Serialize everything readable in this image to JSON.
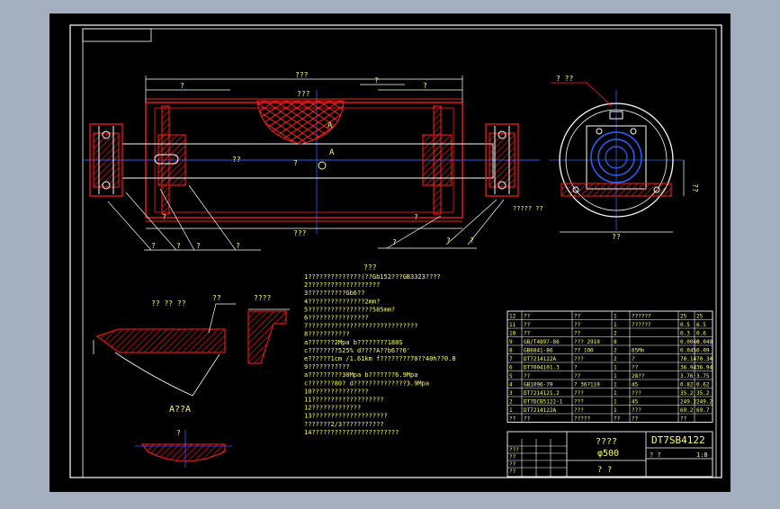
{
  "colors": {
    "window_bg": "#a4b0bf",
    "canvas": "#000000",
    "frame": "#ffffff",
    "part_red": "#ff2020",
    "centerline_blue": "#3060ff",
    "text_yellow": "#ffff66",
    "hatch_magenta": "#ff40ff"
  },
  "main_view": {
    "top_dim_overall": "???",
    "top_dim_left": "?",
    "top_dim_right": "?",
    "top_dim_inner": "???",
    "top_dim_small": "?",
    "section_mark": "A",
    "center_label": "?",
    "mid_dim": "??",
    "left_labels": [
      "?",
      "?",
      "?",
      "?"
    ],
    "right_labels": [
      "?",
      "?"
    ],
    "bottom_label": "?",
    "bottom_dim": "???",
    "bottom_dim_left": "?",
    "bottom_dim_right": "?"
  },
  "side_view": {
    "callout": "?  ??",
    "dim_bottom": "??",
    "dim_left": "?????  ??",
    "dim_right": "??"
  },
  "details": {
    "weld_label_1": "?? ?? ??",
    "weld_label_2": "??",
    "weld_label_3": "????",
    "section_title": "A??A",
    "detail_dim": "?"
  },
  "notes": {
    "title": "???",
    "lines": [
      "1??????????????(??Gb152???GB3323????",
      "2???????????????????",
      "3??????????Gb6??",
      "4???????????????2mm?",
      "5?????????????????585mm?",
      "6????????????????",
      "7?????????????????????????????",
      "8???????????",
      "   a???????2Mpa              b????????180S",
      "   c????????525%             d????A??b6??6'",
      "   e??????1cm  /1.61km       f????????70??40h??0.8",
      "9???????????",
      "   a?????????30Mpa          b???????6.9Mpa",
      "   c???????80?               d??????????????3.9Mpa",
      "10???????????????",
      "11???????????????????",
      "12?????????????",
      "13????????????????????",
      "   ???????2/3???????????",
      "14???????????????????????"
    ]
  },
  "bom": {
    "rows": [
      {
        "no": "12",
        "code": "??",
        "name": "??",
        "qty": "1",
        "mat": "??????",
        "w1": "25",
        "w2": "25"
      },
      {
        "no": "11",
        "code": "??",
        "name": "??",
        "qty": "1",
        "mat": "??????",
        "w1": "0.5",
        "w2": "6.5"
      },
      {
        "no": "10",
        "code": "??",
        "name": "??",
        "qty": "2",
        "mat": "",
        "w1": "0.3",
        "w2": "0.6"
      },
      {
        "no": "9",
        "code": "GB/T4897-86",
        "name": "??? 2910",
        "qty": "8",
        "mat": "",
        "w1": "0.0060",
        "w2": "0.048"
      },
      {
        "no": "8",
        "code": "GB6841-86",
        "name": "?? 100",
        "qty": "2",
        "mat": "65Mn",
        "w1": "0.045",
        "w2": "0.09"
      },
      {
        "no": "7",
        "code": "DT7214122A",
        "name": "???",
        "qty": "2",
        "mat": "?",
        "w1": "70.14",
        "w2": "70.34"
      },
      {
        "no": "6",
        "code": "DT7004101.3",
        "name": "?",
        "qty": "1",
        "mat": "??",
        "w1": "36.94",
        "w2": "36.94"
      },
      {
        "no": "5",
        "code": "??",
        "name": "??",
        "qty": "1",
        "mat": "28??",
        "w1": "3.76",
        "w2": "3.75"
      },
      {
        "no": "4",
        "code": "GB1096-79",
        "name": "? 36?110",
        "qty": "1",
        "mat": "45",
        "w1": "0.82",
        "w2": "0.62"
      },
      {
        "no": "3",
        "code": "DT7214121.2",
        "name": "???",
        "qty": "1",
        "mat": "???",
        "w1": "35.2",
        "w2": "35.2"
      },
      {
        "no": "2",
        "code": "DT7DCB5122-1",
        "name": "???",
        "qty": "1",
        "mat": "45",
        "w1": "249.2",
        "w2": "249.2"
      },
      {
        "no": "1",
        "code": "DT7214122A",
        "name": "???",
        "qty": "1",
        "mat": "???",
        "w1": "69.2",
        "w2": "69.7"
      }
    ],
    "header": {
      "no": "??",
      "code": "??",
      "name": "?????",
      "qty": "??",
      "mat": "??",
      "weight": "??"
    }
  },
  "title_block": {
    "part_name": "????",
    "part_spec": "φ500",
    "drawing_no": "DT7SB4122",
    "scale_label": "?  ?",
    "sheet_left": "? ?",
    "sheet_right": "1:8",
    "small_cells": [
      "???",
      "??",
      "??",
      "??"
    ]
  }
}
